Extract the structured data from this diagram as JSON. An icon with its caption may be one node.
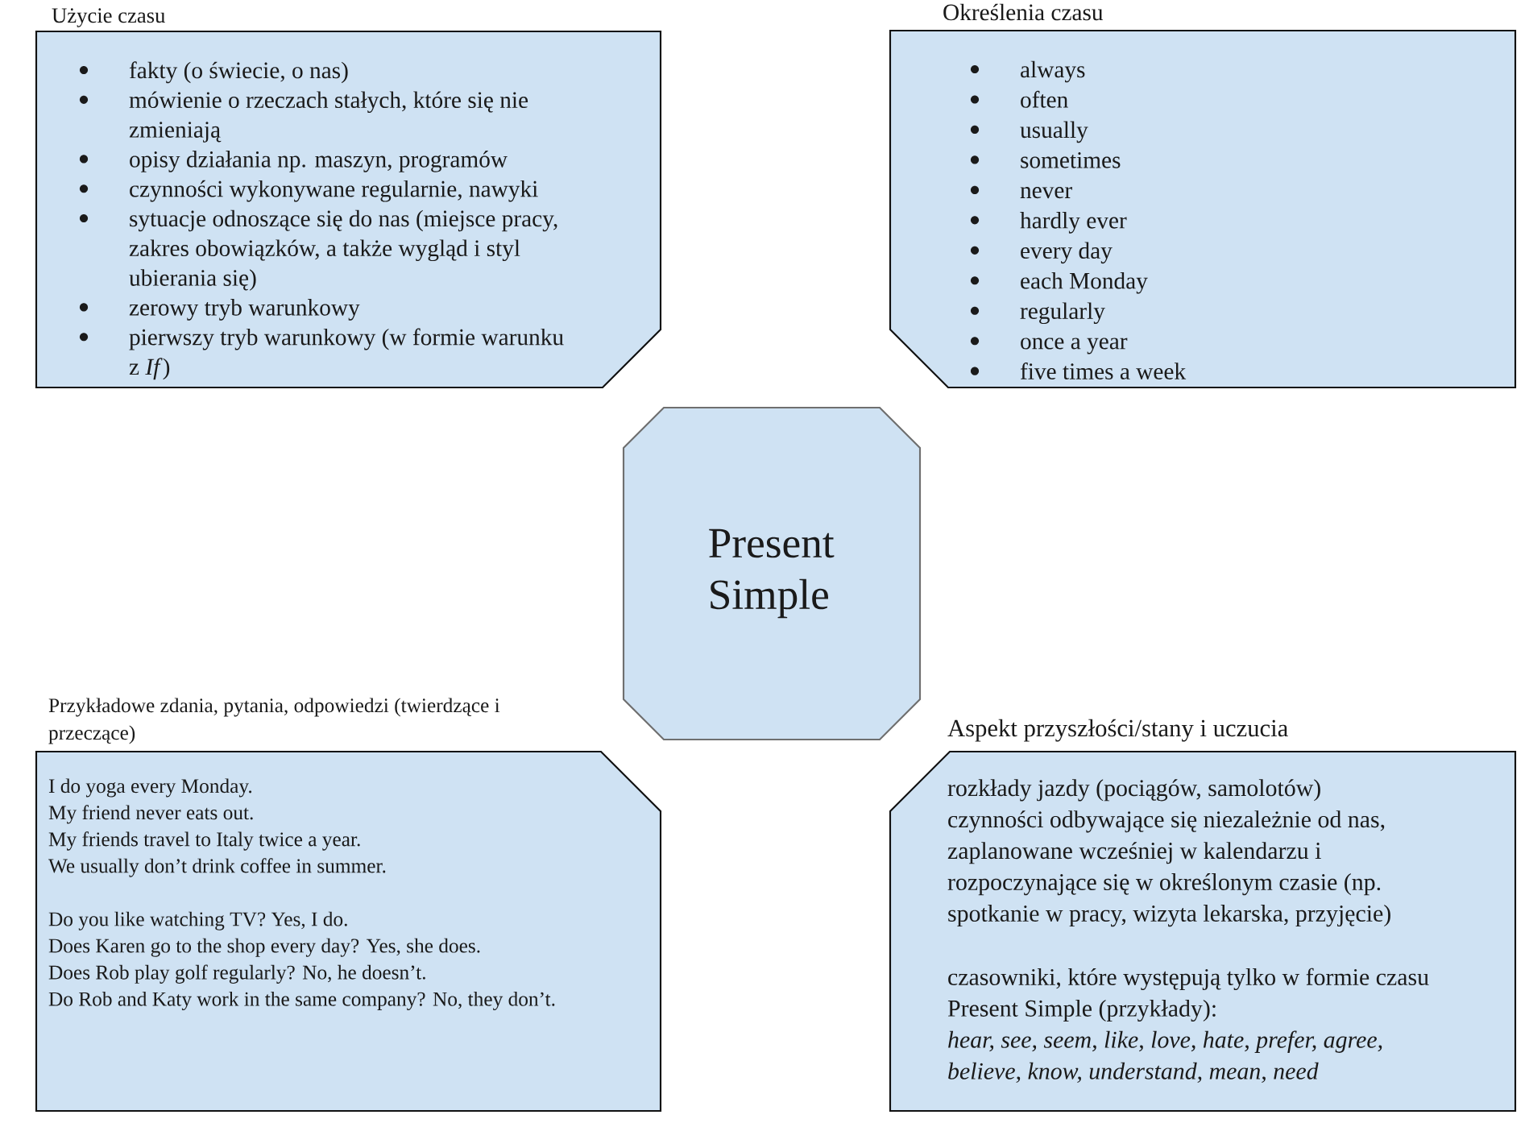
{
  "diagram": {
    "nodes": [
      {
        "text": [
          "Użycie czasu",
          "fakty (o świecie, o nas)",
          "mówienie o rzeczach stałych, które się nie zmieniają",
          "opisy działania np. maszyn, programów",
          "czynności wykonywane regularnie, nawyki",
          "sytuacje odnoszące się do nas (miejsce pracy, zakres obowiązków, a także wygląd i styl ubierania się)",
          "zerowy tryb warunkowy",
          "pierwszy tryb warunkowy (w formie warunku z *If*)"
        ]
      },
      {
        "text": [
          "Określenia czasu",
          "always",
          "often",
          "usually",
          "sometimes",
          "never",
          "hardly ever",
          "every day",
          "each Monday",
          "regularly",
          "once a year",
          "five times a week"
        ]
      },
      {
        "text": [
          "Present Simple"
        ]
      },
      {
        "text": [
          "Przykładowe zdania, pytania, odpowiedzi (twierdzące i przeczące)",
          "I do yoga every Monday.",
          "My friend never eats out.",
          "My friends travel to Italy twice a year.",
          "We usually don’t drink coffee in summer.",
          "Do you like watching TV? Yes, I do.",
          "Does Karen go to the shop every day? Yes, she does.",
          "Does Rob play golf regularly? No, he doesn’t.",
          "Do Rob and Katy work in the same company? No, they don’t."
        ]
      },
      {
        "text": [
          "Aspekt przyszłości/stany i uczucia",
          "rozkłady jazdy (pociągów, samolotów)",
          "czynności odbywające się niezależnie od nas, zaplanowane wcześniej w kalendarzu i rozpoczynające się w określonym czasie (np. spotkanie w pracy, wizyta lekarska, przyjęcie)",
          "czasowniki, które występują tylko w formie czasu Present Simple (przykłady):",
          "hear, see, seem, like, love, hate, prefer, agree, believe, know, understand, mean, need"
        ]
      }
    ]
  }
}
